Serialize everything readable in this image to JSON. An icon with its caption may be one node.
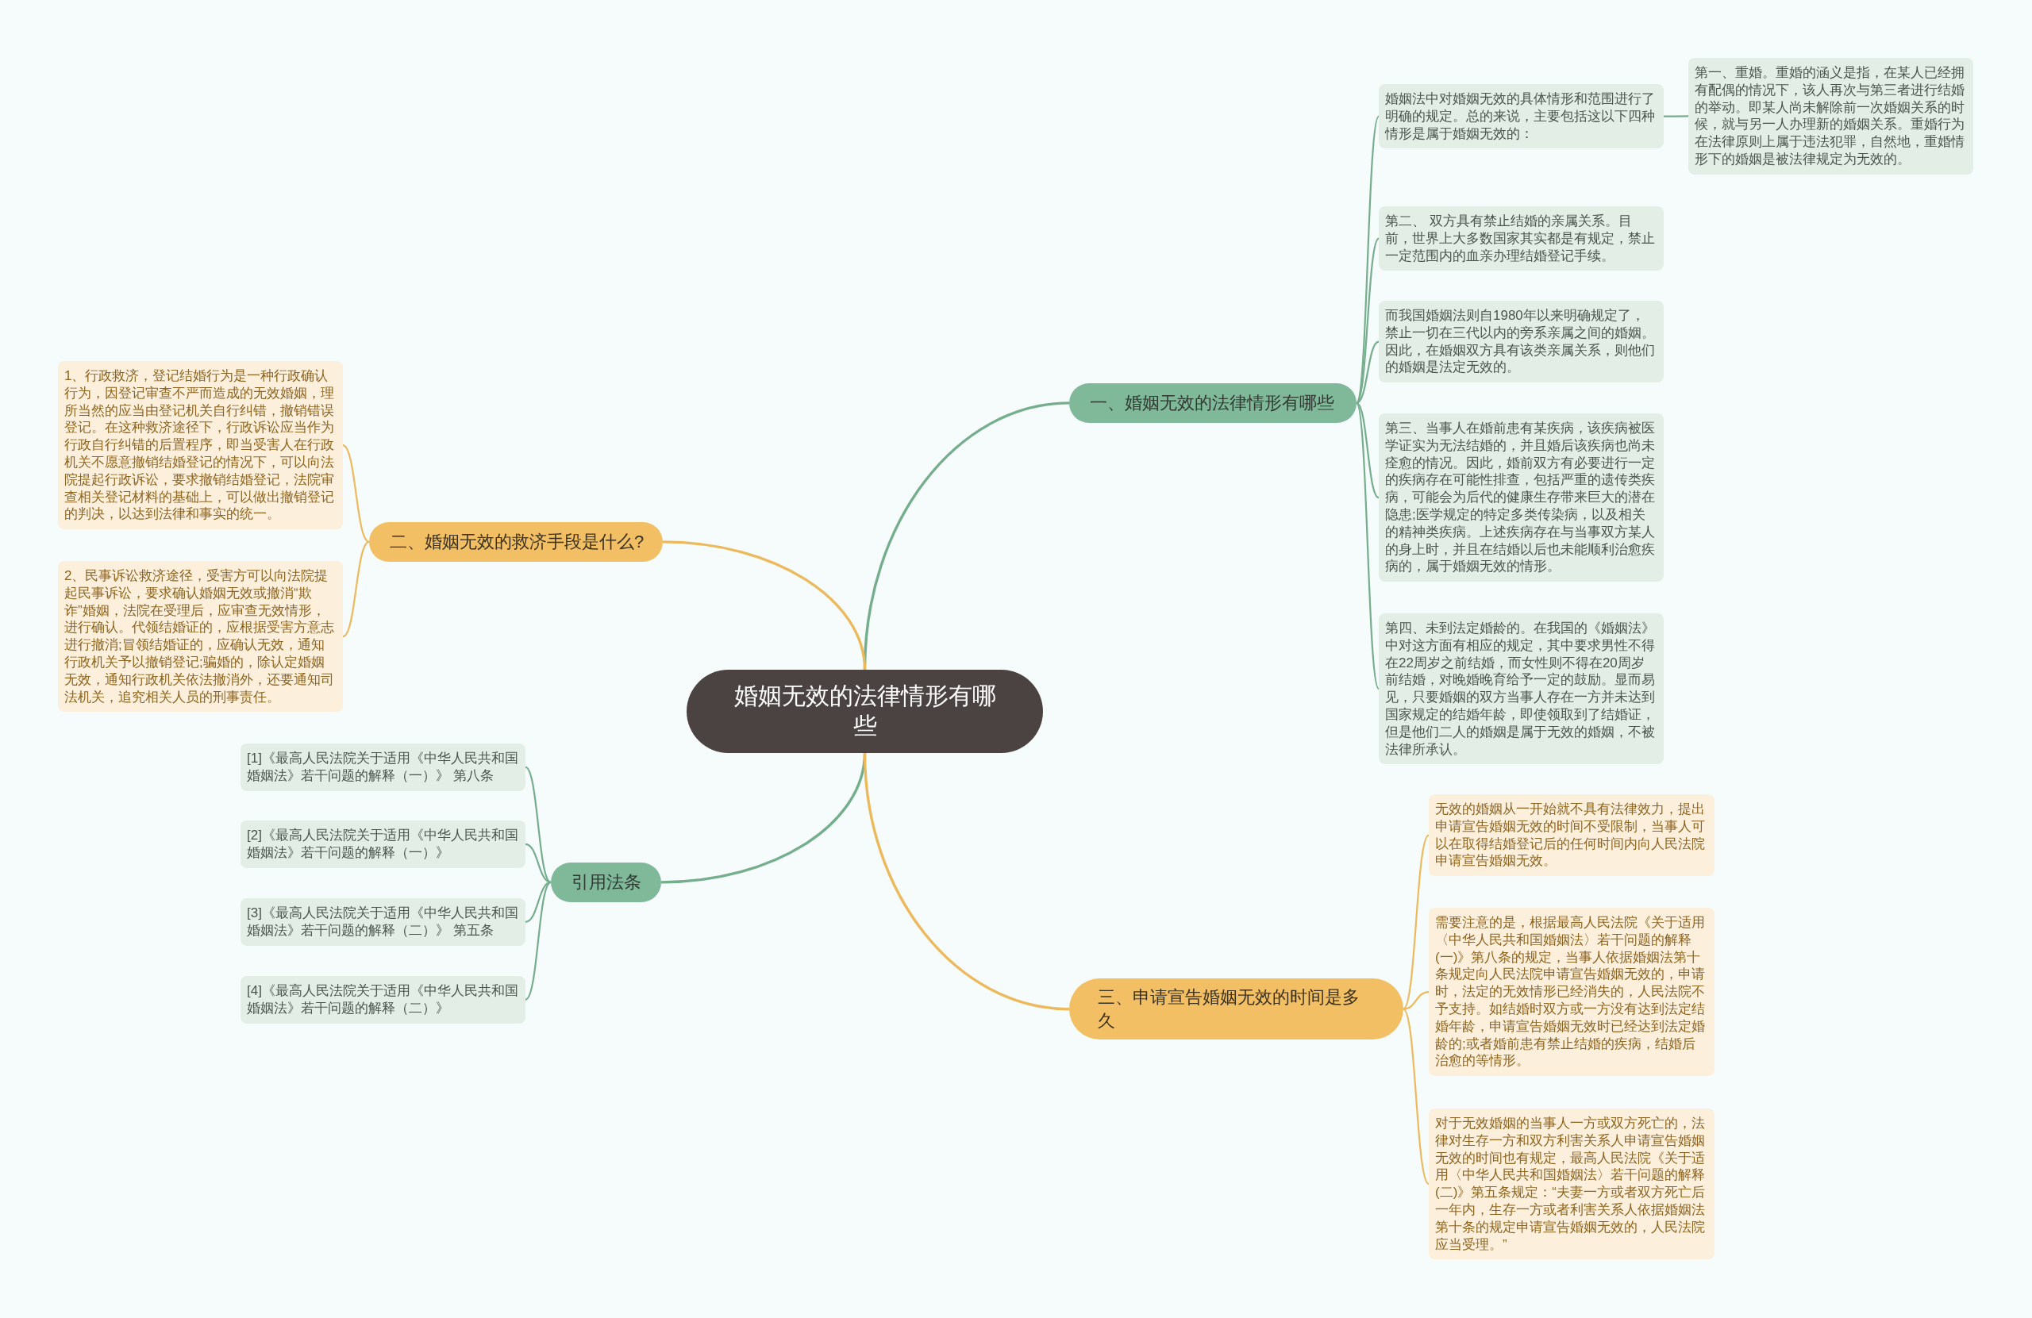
{
  "diagram": {
    "nodes": [
      {
        "text": [
          "婚姻无效的法律情形有哪些"
        ]
      },
      {
        "text": [
          "一、婚姻无效的法律情形有哪些"
        ]
      },
      {
        "text": [
          "婚姻法中对婚姻无效的具体情形和范围进行了明确的规定。总的来说，主要包括这以下四种情形是属于婚姻无效的："
        ]
      },
      {
        "text": [
          "第一、重婚。重婚的涵义是指，在某人已经拥有配偶的情况下，该人再次与第三者进行结婚的举动。即某人尚未解除前一次婚姻关系的时候，就与另一人办理新的婚姻关系。重婚行为在法律原则上属于违法犯罪，自然地，重婚情形下的婚姻是被法律规定为无效的。"
        ]
      },
      {
        "text": [
          "第二、 双方具有禁止结婚的亲属关系。目前，世界上大多数国家其实都是有规定，禁止一定范围内的血亲办理结婚登记手续。"
        ]
      },
      {
        "text": [
          "而我国婚姻法则自1980年以来明确规定了，禁止一切在三代以内的旁系亲属之间的婚姻。因此，在婚姻双方具有该类亲属关系，则他们的婚姻是法定无效的。"
        ]
      },
      {
        "text": [
          "第三、当事人在婚前患有某疾病，该疾病被医学证实为无法结婚的，并且婚后该疾病也尚未痊愈的情况。因此，婚前双方有必要进行一定的疾病存在可能性排查，包括严重的遗传类疾病，可能会为后代的健康生存带来巨大的潜在隐患;医学规定的特定多类传染病，以及相关的精神类疾病。上述疾病存在与当事双方某人的身上时，并且在结婚以后也未能顺利治愈疾病的，属于婚姻无效的情形。"
        ]
      },
      {
        "text": [
          "第四、未到法定婚龄的。在我国的《婚姻法》中对这方面有相应的规定，其中要求男性不得在22周岁之前结婚，而女性则不得在20周岁前结婚，对晚婚晚育给予一定的鼓励。显而易见，只要婚姻的双方当事人存在一方并未达到国家规定的结婚年龄，即使领取到了结婚证，但是他们二人的婚姻是属于无效的婚姻，不被法律所承认。"
        ]
      },
      {
        "text": [
          "二、婚姻无效的救济手段是什么?"
        ]
      },
      {
        "text": [
          "1、行政救济，登记结婚行为是一种行政确认行为，因登记审查不严而造成的无效婚姻，理所当然的应当由登记机关自行纠错，撤销错误登记。在这种救济途径下，行政诉讼应当作为行政自行纠错的后置程序，即当受害人在行政机关不愿意撤销结婚登记的情况下，可以向法院提起行政诉讼，要求撤销结婚登记，法院审查相关登记材料的基础上，可以做出撤销登记的判决，以达到法律和事实的统一。"
        ]
      },
      {
        "text": [
          "2、民事诉讼救济途径，受害方可以向法院提起民事诉讼，要求确认婚姻无效或撤消“欺诈”婚姻，法院在受理后，应审查无效情形，进行确认。代领结婚证的，应根据受害方意志进行撤消;冒领结婚证的，应确认无效，通知行政机关予以撤销登记;骗婚的，除认定婚姻无效，通知行政机关依法撤消外，还要通知司法机关，追究相关人员的刑事责任。"
        ]
      },
      {
        "text": [
          "引用法条"
        ]
      },
      {
        "text": [
          "[1]《最高人民法院关于适用《中华人民共和国婚姻法》若干问题的解释（一）》 第八条"
        ]
      },
      {
        "text": [
          "[2]《最高人民法院关于适用《中华人民共和国婚姻法》若干问题的解释（一）》"
        ]
      },
      {
        "text": [
          "[3]《最高人民法院关于适用《中华人民共和国婚姻法》若干问题的解释（二）》 第五条"
        ]
      },
      {
        "text": [
          "[4]《最高人民法院关于适用《中华人民共和国婚姻法》若干问题的解释（二）》"
        ]
      },
      {
        "text": [
          "三、申请宣告婚姻无效的时间是多久"
        ]
      },
      {
        "text": [
          "无效的婚姻从一开始就不具有法律效力，提出申请宣告婚姻无效的时间不受限制，当事人可以在取得结婚登记后的任何时间内向人民法院申请宣告婚姻无效。"
        ]
      },
      {
        "text": [
          "需要注意的是，根据最高人民法院《关于适用〈中华人民共和国婚姻法〉若干问题的解释(一)》第八条的规定，当事人依据婚姻法第十条规定向人民法院申请宣告婚姻无效的，申请时，法定的无效情形已经消失的，人民法院不予支持。如结婚时双方或一方没有达到法定结婚年龄，申请宣告婚姻无效时已经达到法定婚龄的;或者婚前患有禁止结婚的疾病，结婚后治愈的等情形。"
        ]
      },
      {
        "text": [
          "对于无效婚姻的当事人一方或双方死亡的，法律对生存一方和双方利害关系人申请宣告婚姻无效的时间也有规定，最高人民法院《关于适用〈中华人民共和国婚姻法〉若干问题的解释(二)》第五条规定：“夫妻一方或者双方死亡后一年内，生存一方或者利害关系人依据婚姻法第十条的规定申请宣告婚姻无效的，人民法院应当受理。”"
        ]
      }
    ],
    "edges": [
      {
        "from": 0,
        "to": 1,
        "arrow": "none"
      },
      {
        "from": 1,
        "to": 2,
        "arrow": "none"
      },
      {
        "from": 2,
        "to": 3,
        "arrow": "none"
      },
      {
        "from": 1,
        "to": 4,
        "arrow": "none"
      },
      {
        "from": 1,
        "to": 5,
        "arrow": "none"
      },
      {
        "from": 1,
        "to": 6,
        "arrow": "none"
      },
      {
        "from": 1,
        "to": 7,
        "arrow": "none"
      },
      {
        "from": 0,
        "to": 8,
        "arrow": "none",
        "color": "#ecb95c"
      },
      {
        "from": 8,
        "to": 9,
        "arrow": "none",
        "color": "#ecb95c"
      },
      {
        "from": 8,
        "to": 10,
        "arrow": "none",
        "color": "#ecb95c"
      },
      {
        "from": 0,
        "to": 11,
        "arrow": "none"
      },
      {
        "from": 11,
        "to": 12,
        "arrow": "none"
      },
      {
        "from": 11,
        "to": 13,
        "arrow": "none"
      },
      {
        "from": 11,
        "to": 14,
        "arrow": "none"
      },
      {
        "from": 11,
        "to": 15,
        "arrow": "none"
      },
      {
        "from": 0,
        "to": 16,
        "arrow": "none",
        "color": "#ecb95c"
      },
      {
        "from": 16,
        "to": 17,
        "arrow": "none",
        "color": "#ecb95c"
      },
      {
        "from": 16,
        "to": 18,
        "arrow": "none",
        "color": "#ecb95c"
      },
      {
        "from": 16,
        "to": 19,
        "arrow": "none",
        "color": "#ecb95c"
      }
    ]
  }
}
